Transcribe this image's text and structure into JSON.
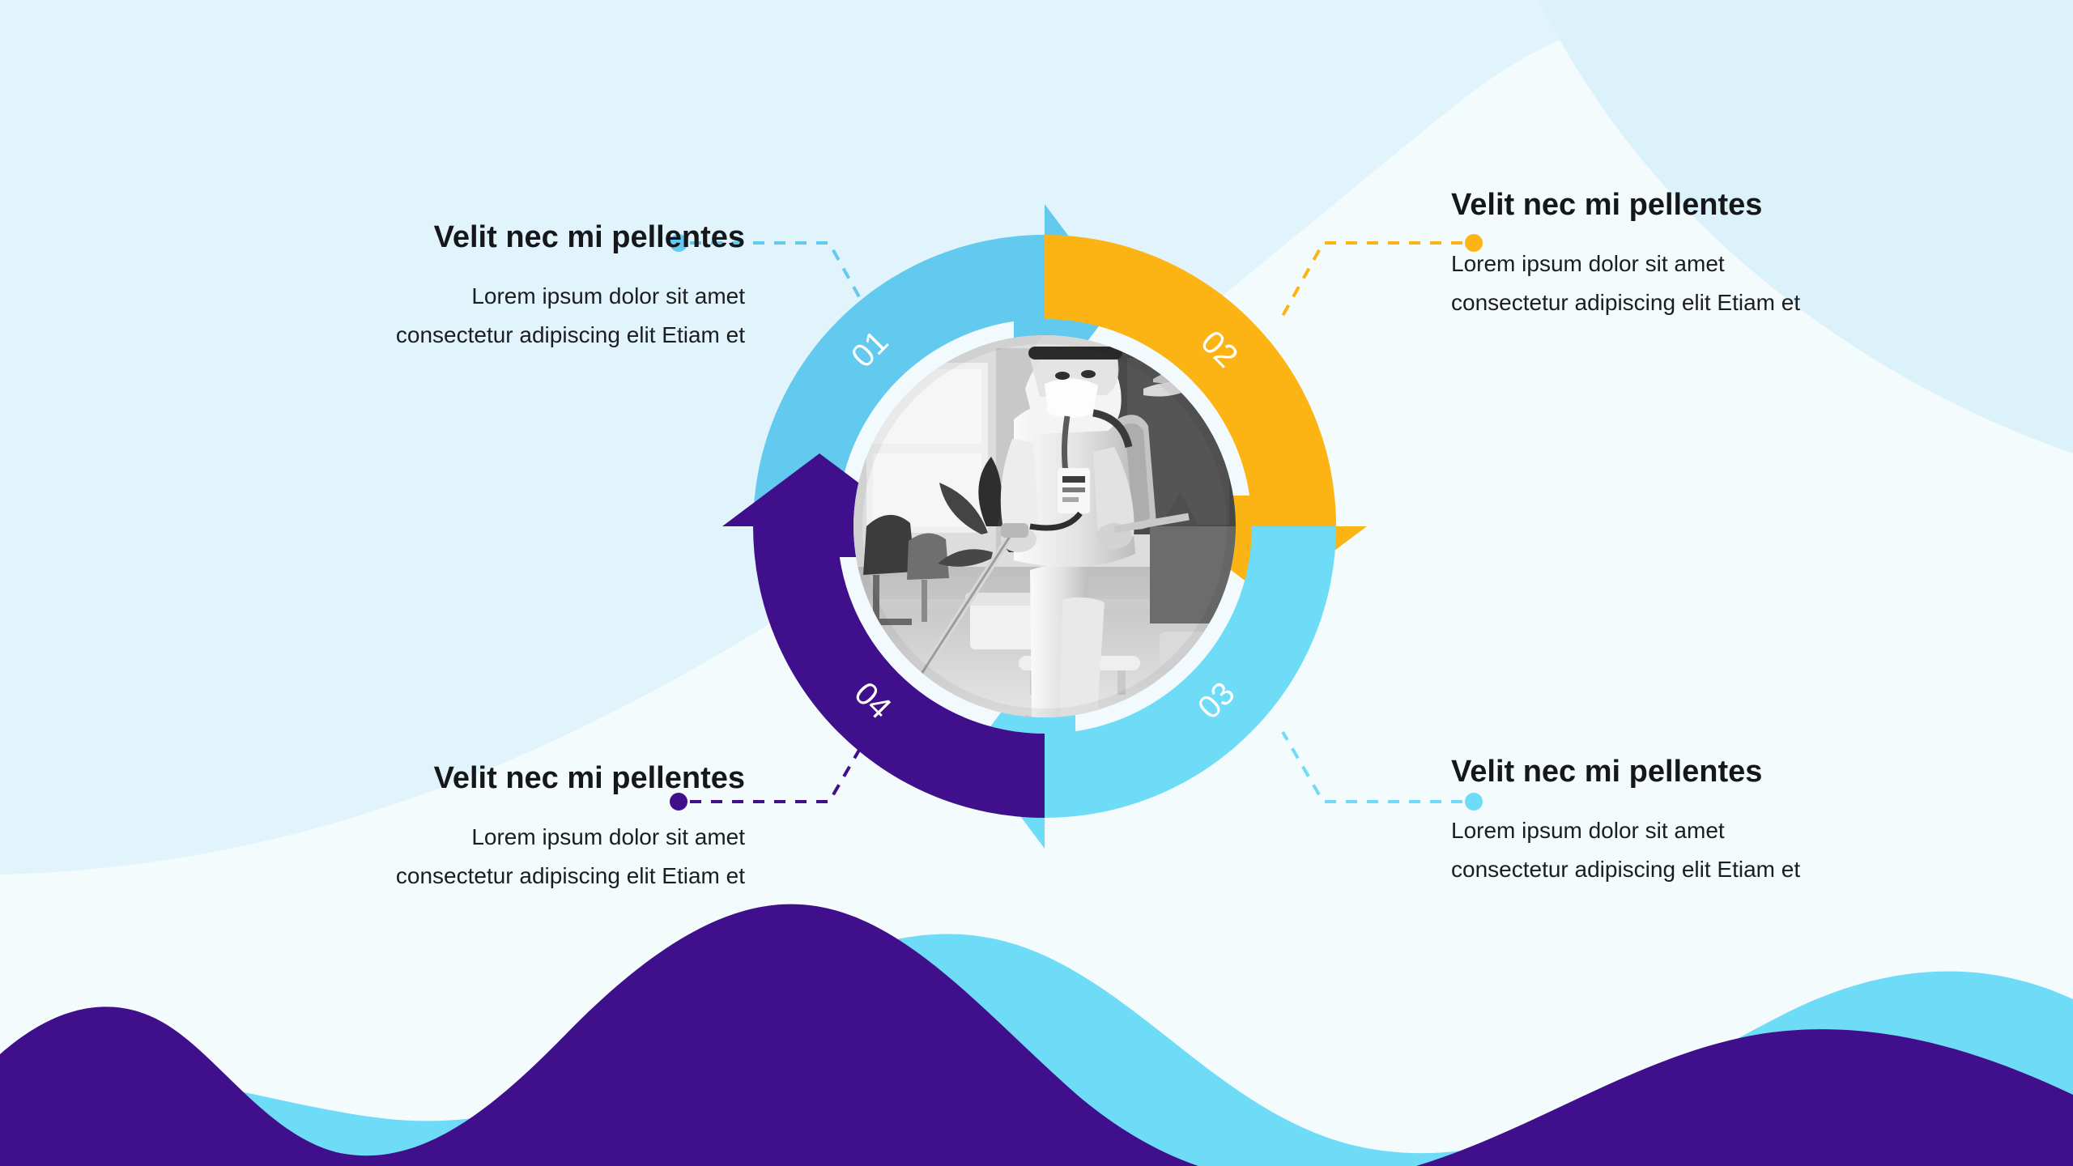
{
  "slide": {
    "background_color": "#E2F4FB",
    "background_accent_color": "#F3FBFD",
    "wave_blue": "#6FDCF7",
    "wave_purple": "#400F8C"
  },
  "palette": {
    "step01": "#62CAEF",
    "step02": "#FCB415",
    "step03": "#6FDCF7",
    "step04": "#400F8C",
    "ring_white": "#F2FAFD",
    "number_text": "#FFFFFF",
    "heading_text": "#16171A",
    "body_text": "#1C1D21"
  },
  "center_image": {
    "name": "disinfection-worker-photo",
    "description": "Grayscale photo of a worker in a white PPE hazmat suit with hood, face shield and mask, carrying a backpack sprayer tank and spraying disinfectant with a long wand inside an office lobby with potted plants and chairs",
    "filter": "grayscale"
  },
  "steps": [
    {
      "number": "01",
      "color": "#62CAEF",
      "title": "Velit nec mi pellentes",
      "body_line_1": "Lorem ipsum dolor sit amet",
      "body_line_2": "consectetur adipiscing elit Etiam et",
      "align": "left"
    },
    {
      "number": "02",
      "color": "#FCB415",
      "title": "Velit nec mi pellentes",
      "body_line_1": "Lorem ipsum dolor sit amet",
      "body_line_2": "consectetur adipiscing elit Etiam et",
      "align": "right"
    },
    {
      "number": "03",
      "color": "#6FDCF7",
      "title": "Velit nec mi pellentes",
      "body_line_1": "Lorem ipsum dolor sit amet",
      "body_line_2": "consectetur adipiscing elit Etiam et",
      "align": "right"
    },
    {
      "number": "04",
      "color": "#400F8C",
      "title": "Velit nec mi pellentes",
      "body_line_1": "Lorem ipsum dolor sit amet",
      "body_line_2": "consectetur adipiscing elit Etiam et",
      "align": "left"
    }
  ]
}
